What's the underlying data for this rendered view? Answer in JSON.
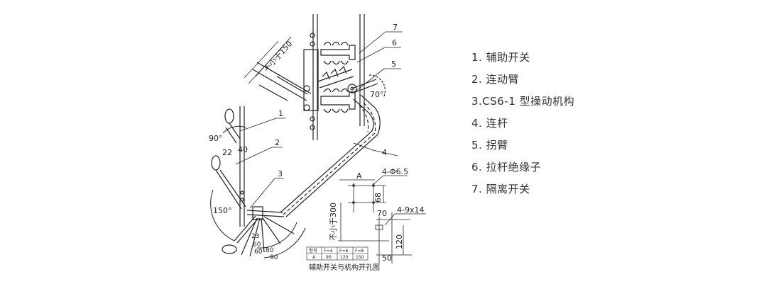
{
  "legend": {
    "items": [
      "1. 辅助开关",
      "2. 连动臂",
      "3.CS6-1 型操动机构",
      "4. 连杆",
      "5. 拐臂",
      "6. 拉杆绝缘子",
      "7. 隔离开关"
    ]
  },
  "callouts": [
    "1",
    "2",
    "3",
    "4",
    "5",
    "6",
    "7"
  ],
  "dimensions": {
    "min_150": "不小于150",
    "min_300": "不小于300",
    "angle_90": "90°",
    "angle_150": "150°",
    "angle_70": "70°",
    "d22": "22",
    "d40": "40",
    "d23": "23",
    "d60": "60",
    "d60b": "60",
    "d80": "80",
    "d90": "90",
    "label_a": "A",
    "holes_4": "4-Φ6.5",
    "d68": "68",
    "d70": "70",
    "slots_4": "4-9x14",
    "d120": "120",
    "d50": "50"
  },
  "table": {
    "header": [
      "型号",
      "F=4",
      "F=6",
      "F=8"
    ],
    "row": [
      "A",
      "90",
      "120",
      "150"
    ]
  },
  "caption": "辅助开关与机构开孔图"
}
